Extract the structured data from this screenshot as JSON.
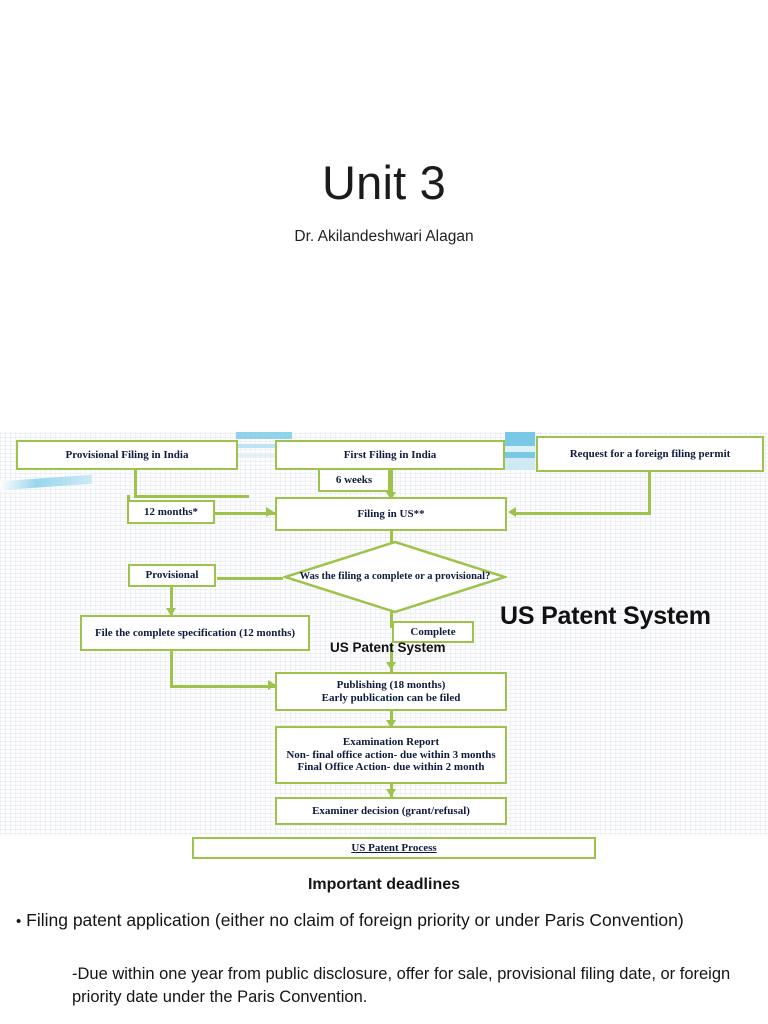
{
  "slide": {
    "title": "Unit 3",
    "subtitle": "Dr. Akilandeshwari Alagan"
  },
  "figure": {
    "heading_large": "US Patent System",
    "heading_small": "US Patent System",
    "accent_color": "#9dc34a",
    "node_text_color": "#0d1b3e",
    "decor_color": "#7ecbe8",
    "nodes": {
      "provisional_filing_india": "Provisional Filing in India",
      "first_filing_india": "First Filing in India",
      "foreign_filing_permit": "Request for a foreign filing permit",
      "six_weeks": "6 weeks",
      "twelve_months": "12 months*",
      "filing_in_us": "Filing in US**",
      "decision_diamond": "Was the filing a complete or a provisional?",
      "provisional_label": "Provisional",
      "complete_label": "Complete",
      "file_complete_spec": "File the complete specification (12 months)",
      "publishing": "Publishing (18 months)\nEarly publication can be filed",
      "publishing_line1": "Publishing (18 months)",
      "publishing_line2": "Early publication can be filed",
      "exam_report_line1": "Examination Report",
      "exam_report_line2": "Non- final office action-  due within 3 months",
      "exam_report_line3": "Final  Office Action- due within 2 month",
      "examiner_decision": "Examiner decision (grant/refusal)",
      "us_patent_process": "US Patent Process"
    }
  },
  "deadlines": {
    "heading": "Important deadlines",
    "bullet_marker": "•",
    "bullet_text": "Filing patent application (either no claim of foreign priority or under Paris Convention)",
    "subpoint_text": "-Due within one year from public disclosure, offer for sale, provisional filing date, or foreign priority date under the Paris Convention."
  }
}
